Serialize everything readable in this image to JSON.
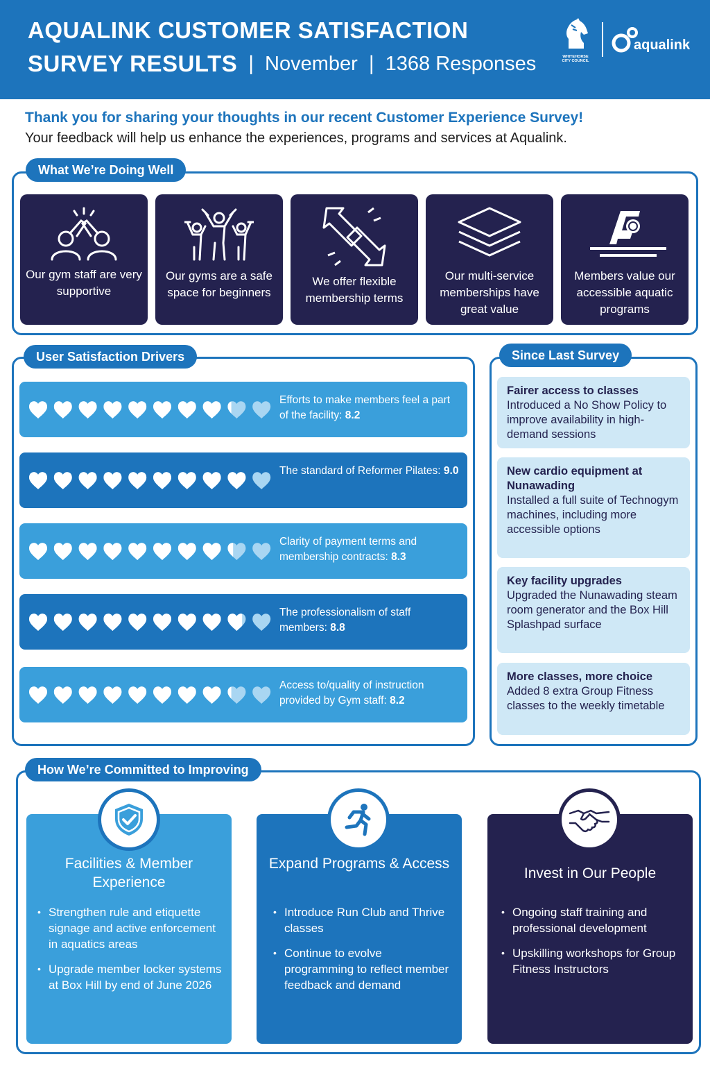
{
  "header": {
    "title_line1": "AQUALINK CUSTOMER SATISFACTION",
    "title_line2": "SURVEY RESULTS",
    "separator": "|",
    "month": "November",
    "responses": "1368 Responses",
    "council_text": "WHITEHORSE CITY COUNCIL",
    "brand": "aqualink"
  },
  "intro": {
    "title": "Thank you for sharing your thoughts in our recent Customer Experience Survey!",
    "subtitle": "Your feedback will help us enhance the experiences, programs and services at Aqualink."
  },
  "doing_well": {
    "heading": "What We’re Doing Well",
    "items": [
      {
        "text": "Our gym staff are very supportive",
        "icon": "high-five-icon"
      },
      {
        "text": "Our gyms are a safe space for beginners",
        "icon": "group-weights-icon"
      },
      {
        "text": "We offer flexible membership terms",
        "icon": "flexible-arrows-icon"
      },
      {
        "text": "Our multi-service memberships have great value",
        "icon": "layers-icon"
      },
      {
        "text": "Members value our accessible aquatic programs",
        "icon": "swimmer-icon"
      }
    ]
  },
  "drivers": {
    "heading": "User Satisfaction Drivers",
    "items": [
      {
        "label": "Efforts to make members feel a part of the facility:",
        "score": "8.2",
        "rating": 8.2
      },
      {
        "label": "The standard of Reformer Pilates:",
        "score": "9.0",
        "rating": 9.0
      },
      {
        "label": "Clarity of payment terms and membership contracts:",
        "score": "8.3",
        "rating": 8.3
      },
      {
        "label": "The professionalism of staff members:",
        "score": "8.8",
        "rating": 8.8
      },
      {
        "label": "Access to/quality of instruction provided by Gym staff:",
        "score": "8.2",
        "rating": 8.2
      }
    ]
  },
  "since_last": {
    "heading": "Since Last Survey",
    "items": [
      {
        "title": "Fairer access to classes",
        "text": "Introduced a No Show Policy to improve availability in high-demand sessions"
      },
      {
        "title": "New cardio equipment at Nunawading",
        "text": "Installed a full suite of Technogym machines, including more accessible options"
      },
      {
        "title": "Key facility upgrades",
        "text": "Upgraded the Nunawading steam room generator and the Box Hill Splashpad surface"
      },
      {
        "title": "More classes, more choice",
        "text": "Added 8 extra Group Fitness classes to the weekly timetable"
      }
    ]
  },
  "committed": {
    "heading": "How We’re Committed to Improving",
    "cards": [
      {
        "title": "Facilities & Member Experience",
        "icon": "shield-check-icon",
        "bullets": [
          "Strengthen rule and etiquette signage and active enforcement in aquatics areas",
          "Upgrade member locker systems at Box Hill by end of June 2026"
        ]
      },
      {
        "title": "Expand Programs & Access",
        "icon": "runner-icon",
        "bullets": [
          "Introduce Run Club and Thrive classes",
          "Continue to evolve programming to reflect member feedback and demand"
        ]
      },
      {
        "title": "Invest in Our People",
        "icon": "handshake-icon",
        "bullets": [
          "Ongoing staff training and professional development",
          "Upskilling workshops for Group Fitness Instructors"
        ]
      }
    ]
  },
  "colors": {
    "primary": "#1d74bc",
    "light": "#3a9fdb",
    "navy": "#24224f",
    "pale": "#cfe8f6"
  }
}
